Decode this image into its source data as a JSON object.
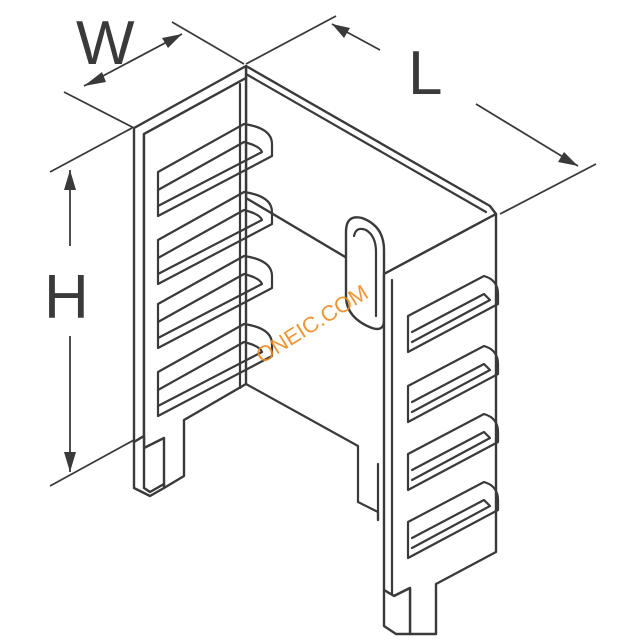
{
  "dimensions": {
    "width_label": "W",
    "length_label": "L",
    "height_label": "H"
  },
  "watermark": "ONEIC.COM",
  "colors": {
    "line": "#3a3a3a",
    "watermark": "#f08a1c",
    "background": "#ffffff"
  }
}
